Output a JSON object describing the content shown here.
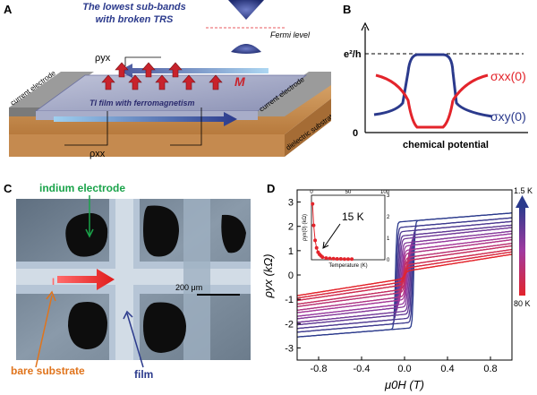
{
  "panels": {
    "A": {
      "letter": "A",
      "title_line1": "The lowest sub-bands",
      "title_line2": "with broken TRS",
      "fermi_label": "Fermi level",
      "rho_yx": "ρyx",
      "rho_xx": "ρxx",
      "magnetization": "M",
      "film_label": "TI film with ferromagnetism",
      "left_electrode": "current electrode",
      "right_electrode": "current electrode",
      "substrate": "dielectric substrate"
    },
    "B": {
      "letter": "B",
      "y_top": "e²/h",
      "y_zero": "0",
      "xlabel": "chemical potential",
      "sigma_xx": "σxx(0)",
      "sigma_xy": "σxy(0)"
    },
    "C": {
      "letter": "C",
      "indium": "indium electrode",
      "scale": "200 μm",
      "current": "I",
      "bare": "bare substrate",
      "film": "film"
    },
    "D": {
      "letter": "D",
      "ylabel": "ρyx (kΩ)",
      "xlabel": "μ0H (T)",
      "temp_high": "1.5 K",
      "temp_low": "80 K",
      "inset_label": "15 K",
      "inset_xlabel": "Temperature (K)",
      "inset_ylabel": "ρyx(0) (kΩ)"
    }
  },
  "colors": {
    "red": "#e3242b",
    "blue": "#2b3a8c",
    "green": "#1aa34a",
    "orange": "#e0741c"
  },
  "chart_data": [
    {
      "type": "line",
      "panel": "B",
      "xlabel": "chemical potential",
      "ylabel": "",
      "series": [
        {
          "name": "σxx(0)"
        },
        {
          "name": "σxy(0)"
        }
      ],
      "ytick_labels": [
        "0",
        "e²/h"
      ]
    },
    {
      "type": "line",
      "panel": "D",
      "xlabel": "μ0H (T)",
      "ylabel": "ρyx (kΩ)",
      "xlim": [
        -1.0,
        1.0
      ],
      "ylim": [
        -3.5,
        3.5
      ],
      "xticks": [
        -0.8,
        -0.4,
        0.0,
        0.4,
        0.8
      ],
      "xtick_labels": [
        "-0.8",
        "-0.4",
        "0.0",
        "0.4",
        "0.8"
      ],
      "yticks": [
        -3,
        -2,
        -1,
        0,
        1,
        2,
        3
      ],
      "ytick_labels": [
        "-3",
        "-2",
        "-1",
        "0",
        "1",
        "2",
        "3"
      ],
      "temperatures_K": [
        1.5,
        80
      ],
      "curves": {
        "count": 14,
        "saturation_at_plus1T_kohm": [
          2.55,
          2.35,
          2.2,
          2.05,
          1.95,
          1.8,
          1.7,
          1.55,
          1.45,
          1.3,
          1.2,
          1.05,
          0.95,
          0.85
        ],
        "coercive_field_T": [
          0.085,
          0.075,
          0.065,
          0.055,
          0.045,
          0.035,
          0.025,
          0.02,
          0.015,
          0.01,
          0.008,
          0.005,
          0.003,
          0.0
        ]
      },
      "inset": {
        "xlabel": "Temperature (K)",
        "ylabel": "ρyx(0) (kΩ)",
        "xlim": [
          0,
          100
        ],
        "ylim": [
          0,
          3
        ],
        "xticks": [
          0,
          50,
          100
        ],
        "yticks": [
          0,
          1,
          2,
          3
        ],
        "annotation": "15 K",
        "points": [
          {
            "x": 1.5,
            "y": 2.6
          },
          {
            "x": 3,
            "y": 1.6
          },
          {
            "x": 5,
            "y": 0.9
          },
          {
            "x": 7,
            "y": 0.55
          },
          {
            "x": 9,
            "y": 0.35
          },
          {
            "x": 11,
            "y": 0.25
          },
          {
            "x": 13,
            "y": 0.18
          },
          {
            "x": 15,
            "y": 0.12
          },
          {
            "x": 20,
            "y": 0.08
          },
          {
            "x": 25,
            "y": 0.06
          },
          {
            "x": 30,
            "y": 0.05
          },
          {
            "x": 35,
            "y": 0.04
          },
          {
            "x": 40,
            "y": 0.04
          },
          {
            "x": 45,
            "y": 0.03
          },
          {
            "x": 50,
            "y": 0.03
          },
          {
            "x": 55,
            "y": 0.03
          }
        ]
      }
    }
  ]
}
